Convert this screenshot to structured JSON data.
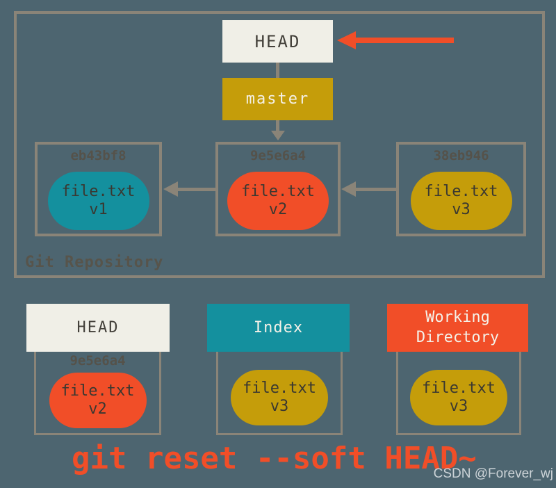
{
  "colors": {
    "background": "#4d6570",
    "border": "#8a8478",
    "offwhite": "#f0efe7",
    "gold": "#c59d0a",
    "teal": "#14909e",
    "orange": "#f14e28",
    "dark_text": "#3a3831",
    "hash_text": "#55524a",
    "label_text": "#57544b",
    "white_text": "#f4f1e8",
    "watermark": "#ccd3d7"
  },
  "repository": {
    "label": "Git Repository",
    "head_label": "HEAD",
    "branch_label": "master",
    "commits": [
      {
        "hash": "eb43bf8",
        "file": "file.txt",
        "version": "v1",
        "color": "#14909e"
      },
      {
        "hash": "9e5e6a4",
        "file": "file.txt",
        "version": "v2",
        "color": "#f14e28"
      },
      {
        "hash": "38eb946",
        "file": "file.txt",
        "version": "v3",
        "color": "#c59d0a"
      }
    ]
  },
  "areas": {
    "head": {
      "title": "HEAD",
      "header_color": "#f0efe7",
      "hash": "9e5e6a4",
      "file": "file.txt",
      "version": "v2",
      "blob_color": "#f14e28"
    },
    "index": {
      "title": "Index",
      "header_color": "#14909e",
      "file": "file.txt",
      "version": "v3",
      "blob_color": "#c59d0a"
    },
    "working_directory": {
      "title": "Working Directory",
      "header_color": "#f14e28",
      "file": "file.txt",
      "version": "v3",
      "blob_color": "#c59d0a"
    }
  },
  "command": "git reset --soft HEAD~",
  "watermark": "CSDN @Forever_wj"
}
